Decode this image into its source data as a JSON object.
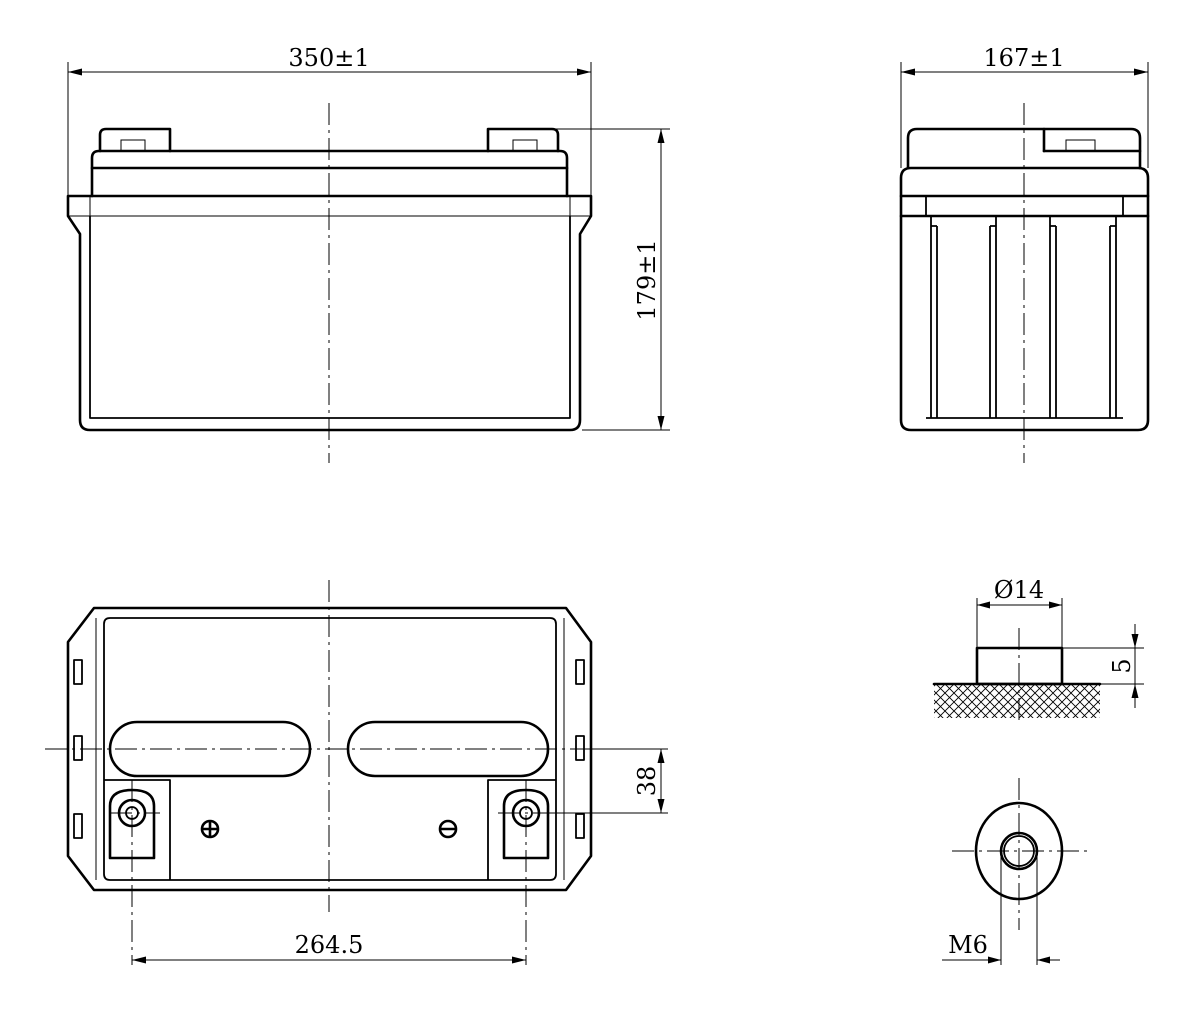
{
  "drawing": {
    "front_view": {
      "width_dim": "350±1",
      "height_dim": "179±1"
    },
    "side_view": {
      "width_dim": "167±1"
    },
    "top_view": {
      "terminal_spacing_dim": "264.5",
      "terminal_offset_dim": "38"
    },
    "terminal_detail": {
      "diameter_dim": "Ø14",
      "height_dim": "5",
      "thread_dim": "M6"
    },
    "polarity": {
      "positive": "positive-terminal-symbol",
      "negative": "negative-terminal-symbol"
    }
  }
}
